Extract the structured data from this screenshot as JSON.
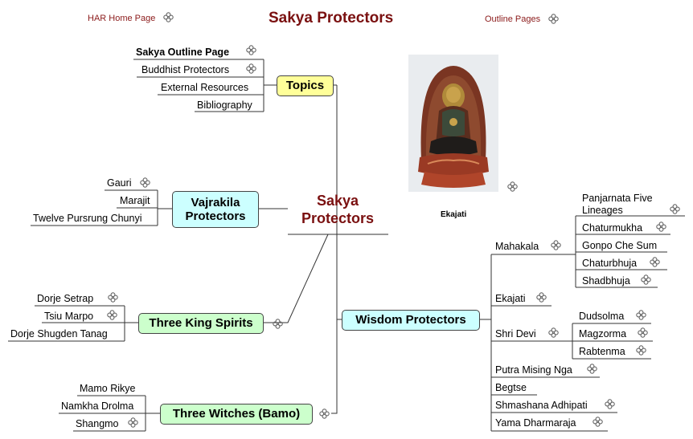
{
  "header": {
    "home_link": "HAR Home Page",
    "title": "Sakya Protectors",
    "outline_link": "Outline Pages"
  },
  "central": {
    "line1": "Sakya",
    "line2": "Protectors"
  },
  "topics": {
    "label": "Topics",
    "items": [
      "Sakya Outline Page",
      "Buddhist Protectors",
      "External Resources",
      "Bibliography"
    ]
  },
  "vajrakila": {
    "line1": "Vajrakila",
    "line2": "Protectors",
    "items": [
      "Gauri",
      "Marajit",
      "Twelve Pursrung Chunyi"
    ]
  },
  "three_king_spirits": {
    "label": "Three King Spirits",
    "items": [
      "Dorje Setrap",
      "Tsiu Marpo",
      "Dorje Shugden Tanag"
    ]
  },
  "three_witches": {
    "label": "Three Witches (Bamo)",
    "items": [
      "Mamo Rikye",
      "Namkha Drolma",
      "Shangmo"
    ]
  },
  "wisdom": {
    "label": "Wisdom Protectors",
    "mahakala": {
      "label": "Mahakala",
      "items": [
        "Panjarnata Five",
        "Lineages",
        "Chaturmukha",
        "Gonpo Che Sum",
        "Chaturbhuja",
        "Shadbhuja"
      ]
    },
    "ekajati": "Ekajati",
    "shri_devi": {
      "label": "Shri Devi",
      "items": [
        "Dudsolma",
        "Magzorma",
        "Rabtenma"
      ]
    },
    "others": [
      "Putra Mising Nga",
      "Begtse",
      "Shmashana Adhipati",
      "Yama Dharmaraja"
    ]
  },
  "image": {
    "caption": "Ekajati"
  },
  "colors": {
    "topics_box": "#ffff99",
    "vajrakila_box": "#ccffff",
    "king_box": "#ccffcc",
    "witches_box": "#ccffcc",
    "wisdom_box": "#ccffff",
    "title": "#7a1010",
    "link": "#8b1a1a"
  },
  "icons": {
    "link_icon": "quatrefoil-link-icon"
  }
}
